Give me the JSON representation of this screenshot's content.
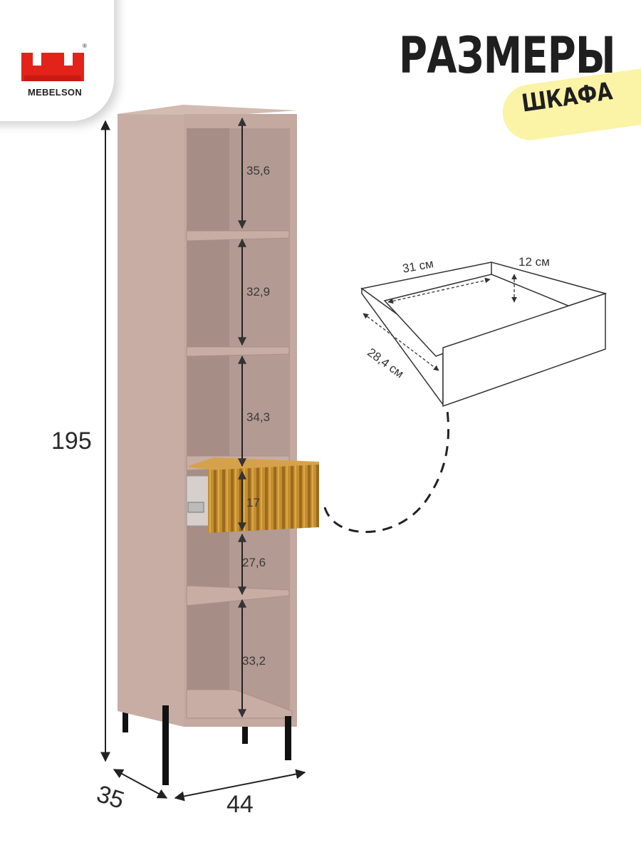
{
  "brand": {
    "name": "MEBELSON",
    "reg_mark": "®",
    "color": "#e3221a"
  },
  "heading": {
    "title": "РАЗМЕРЫ",
    "subtitle": "ШКАФА",
    "highlight_color": "#fbf3a6"
  },
  "overall_dimensions": {
    "height": "195",
    "depth": "35",
    "width": "44"
  },
  "shelf_heights": [
    "35,6",
    "32,9",
    "34,3",
    "17",
    "27,6",
    "33,2"
  ],
  "drawer_dimensions": {
    "width": "31 см",
    "height": "12 см",
    "depth": "28,4 см"
  },
  "colors": {
    "cabinet": "#c7ada4",
    "interior": "#b39a93",
    "drawer_front": "#c48e2f",
    "legs": "#111111"
  }
}
